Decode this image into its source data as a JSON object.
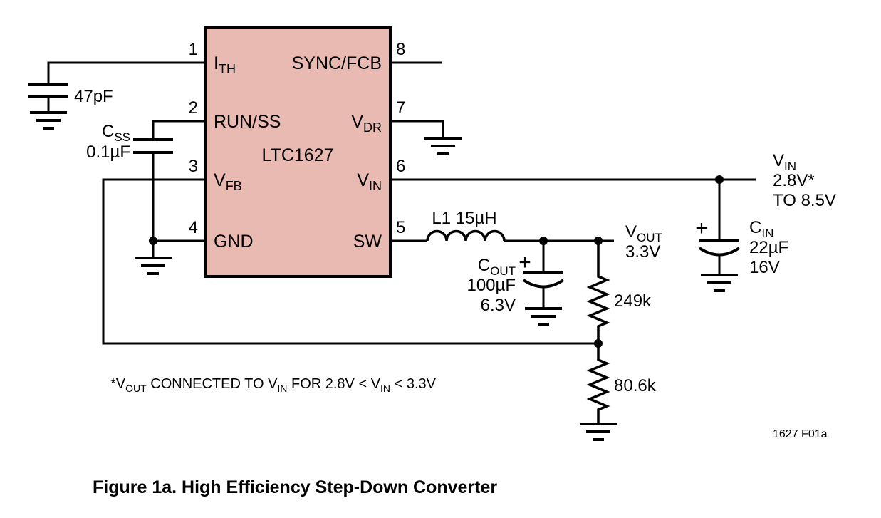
{
  "colors": {
    "ic_fill": "#e9bab2",
    "stroke": "#000000"
  },
  "ic": {
    "name": "LTC1627",
    "pins": {
      "p1": {
        "num": "1",
        "main": "I",
        "sub": "TH"
      },
      "p2": {
        "num": "2",
        "main": "RUN/SS"
      },
      "p3": {
        "num": "3",
        "main": "V",
        "sub": "FB"
      },
      "p4": {
        "num": "4",
        "main": "GND"
      },
      "p5": {
        "num": "5",
        "main": "SW"
      },
      "p6": {
        "num": "6",
        "main": "V",
        "sub": "IN"
      },
      "p7": {
        "num": "7",
        "main": "V",
        "sub": "DR"
      },
      "p8": {
        "num": "8",
        "main": "SYNC/FCB"
      }
    }
  },
  "components": {
    "c47": {
      "value": "47pF"
    },
    "css": {
      "main": "C",
      "sub": "SS",
      "value": "0.1µF"
    },
    "l1": {
      "label": "L1 15µH"
    },
    "cout": {
      "main": "C",
      "sub": "OUT",
      "plus": "+",
      "value": "100µF",
      "voltage": "6.3V"
    },
    "cin": {
      "main": "C",
      "sub": "IN",
      "plus": "+",
      "value": "22µF",
      "voltage": "16V"
    },
    "r1": {
      "value": "249k"
    },
    "r2": {
      "value": "80.6k"
    }
  },
  "nets": {
    "vin": {
      "main": "V",
      "sub": "IN",
      "line2": "2.8V*",
      "line3": "TO 8.5V"
    },
    "vout": {
      "main": "V",
      "sub": "OUT",
      "line2": "3.3V"
    }
  },
  "note": {
    "t1": "*V",
    "s1": "OUT",
    "t2": " CONNECTED TO V",
    "s2": "IN",
    "t3": " FOR 2.8V < V",
    "s3": "IN",
    "t4": " < 3.3V"
  },
  "figure_id": "1627 F01a",
  "caption": "Figure 1a. High Efficiency Step-Down Converter"
}
